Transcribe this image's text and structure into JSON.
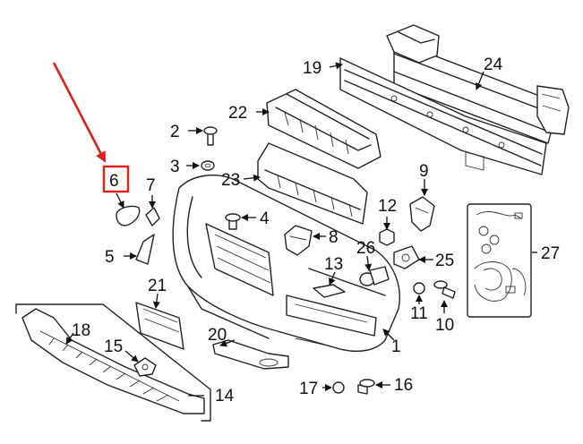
{
  "diagram": {
    "highlight_color": "#e0201b",
    "line_color": "#222222",
    "background": "#ffffff"
  },
  "callouts": {
    "c1": "1",
    "c2": "2",
    "c3": "3",
    "c4": "4",
    "c5": "5",
    "c6": "6",
    "c7": "7",
    "c8": "8",
    "c9": "9",
    "c10": "10",
    "c11": "11",
    "c12": "12",
    "c13": "13",
    "c14": "14",
    "c15": "15",
    "c16": "16",
    "c17": "17",
    "c18": "18",
    "c19": "19",
    "c20": "20",
    "c21": "21",
    "c22": "22",
    "c23": "23",
    "c24": "24",
    "c25": "25",
    "c26": "26",
    "c27": "27"
  }
}
